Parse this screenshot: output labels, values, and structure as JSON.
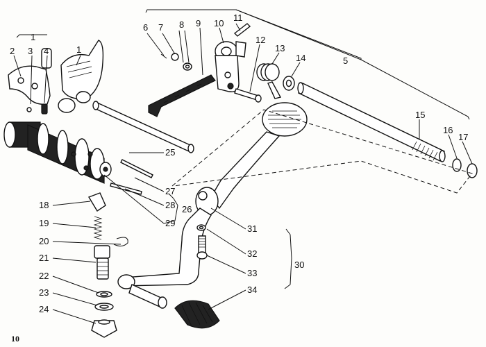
{
  "figure": {
    "page_number": "10",
    "labels": [
      {
        "id": "l1",
        "text": "1"
      },
      {
        "id": "l1b",
        "text": "1"
      },
      {
        "id": "l2",
        "text": "2"
      },
      {
        "id": "l3",
        "text": "3"
      },
      {
        "id": "l4",
        "text": "4"
      },
      {
        "id": "l5",
        "text": "5"
      },
      {
        "id": "l6",
        "text": "6"
      },
      {
        "id": "l7",
        "text": "7"
      },
      {
        "id": "l8",
        "text": "8"
      },
      {
        "id": "l9",
        "text": "9"
      },
      {
        "id": "l10",
        "text": "10"
      },
      {
        "id": "l11",
        "text": "11"
      },
      {
        "id": "l12",
        "text": "12"
      },
      {
        "id": "l13",
        "text": "13"
      },
      {
        "id": "l14",
        "text": "14"
      },
      {
        "id": "l15",
        "text": "15"
      },
      {
        "id": "l16",
        "text": "16"
      },
      {
        "id": "l17",
        "text": "17"
      },
      {
        "id": "l18",
        "text": "18"
      },
      {
        "id": "l19",
        "text": "19"
      },
      {
        "id": "l20",
        "text": "20"
      },
      {
        "id": "l21",
        "text": "21"
      },
      {
        "id": "l22",
        "text": "22"
      },
      {
        "id": "l23",
        "text": "23"
      },
      {
        "id": "l24",
        "text": "24"
      },
      {
        "id": "l25",
        "text": "25"
      },
      {
        "id": "l26",
        "text": "26"
      },
      {
        "id": "l27",
        "text": "27"
      },
      {
        "id": "l28",
        "text": "28"
      },
      {
        "id": "l29",
        "text": "29"
      },
      {
        "id": "l30",
        "text": "30"
      },
      {
        "id": "l31",
        "text": "31"
      },
      {
        "id": "l32",
        "text": "32"
      },
      {
        "id": "l33",
        "text": "33"
      },
      {
        "id": "l34",
        "text": "34"
      }
    ]
  }
}
